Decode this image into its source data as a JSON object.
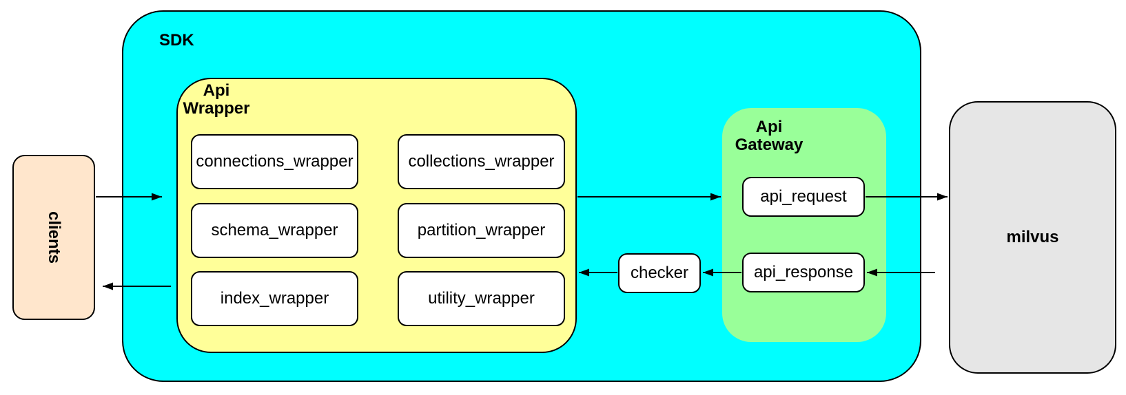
{
  "nodes": {
    "clients": {
      "label": "clients",
      "fill": "#ffe6cc"
    },
    "sdk": {
      "label": "SDK",
      "fill": "#00ffff"
    },
    "api_wrapper": {
      "label": "Api Wrapper",
      "fill": "#ffff99"
    },
    "connections_wrapper": {
      "label": "connections_wrapper",
      "fill": "#ffffff"
    },
    "collections_wrapper": {
      "label": "collections_wrapper",
      "fill": "#ffffff"
    },
    "schema_wrapper": {
      "label": "schema_wrapper",
      "fill": "#ffffff"
    },
    "partition_wrapper": {
      "label": "partition_wrapper",
      "fill": "#ffffff"
    },
    "index_wrapper": {
      "label": "index_wrapper",
      "fill": "#ffffff"
    },
    "utility_wrapper": {
      "label": "utility_wrapper",
      "fill": "#ffffff"
    },
    "api_gateway": {
      "label": "Api Gateway",
      "fill": "#99ff99"
    },
    "api_request": {
      "label": "api_request",
      "fill": "#ffffff"
    },
    "api_response": {
      "label": "api_response",
      "fill": "#ffffff"
    },
    "checker": {
      "label": "checker",
      "fill": "#ffffff"
    },
    "milvus": {
      "label": "milvus",
      "fill": "#e6e6e6"
    }
  },
  "edges": [
    {
      "from": "clients",
      "to": "api_wrapper"
    },
    {
      "from": "api_wrapper",
      "to": "api_gateway"
    },
    {
      "from": "api_request",
      "to": "milvus"
    },
    {
      "from": "milvus",
      "to": "api_response"
    },
    {
      "from": "api_response",
      "to": "checker"
    },
    {
      "from": "checker",
      "to": "api_wrapper"
    },
    {
      "from": "api_wrapper",
      "to": "clients"
    }
  ],
  "colors": {
    "stroke": "#000000",
    "background": "#ffffff",
    "arrow": "#000000"
  }
}
